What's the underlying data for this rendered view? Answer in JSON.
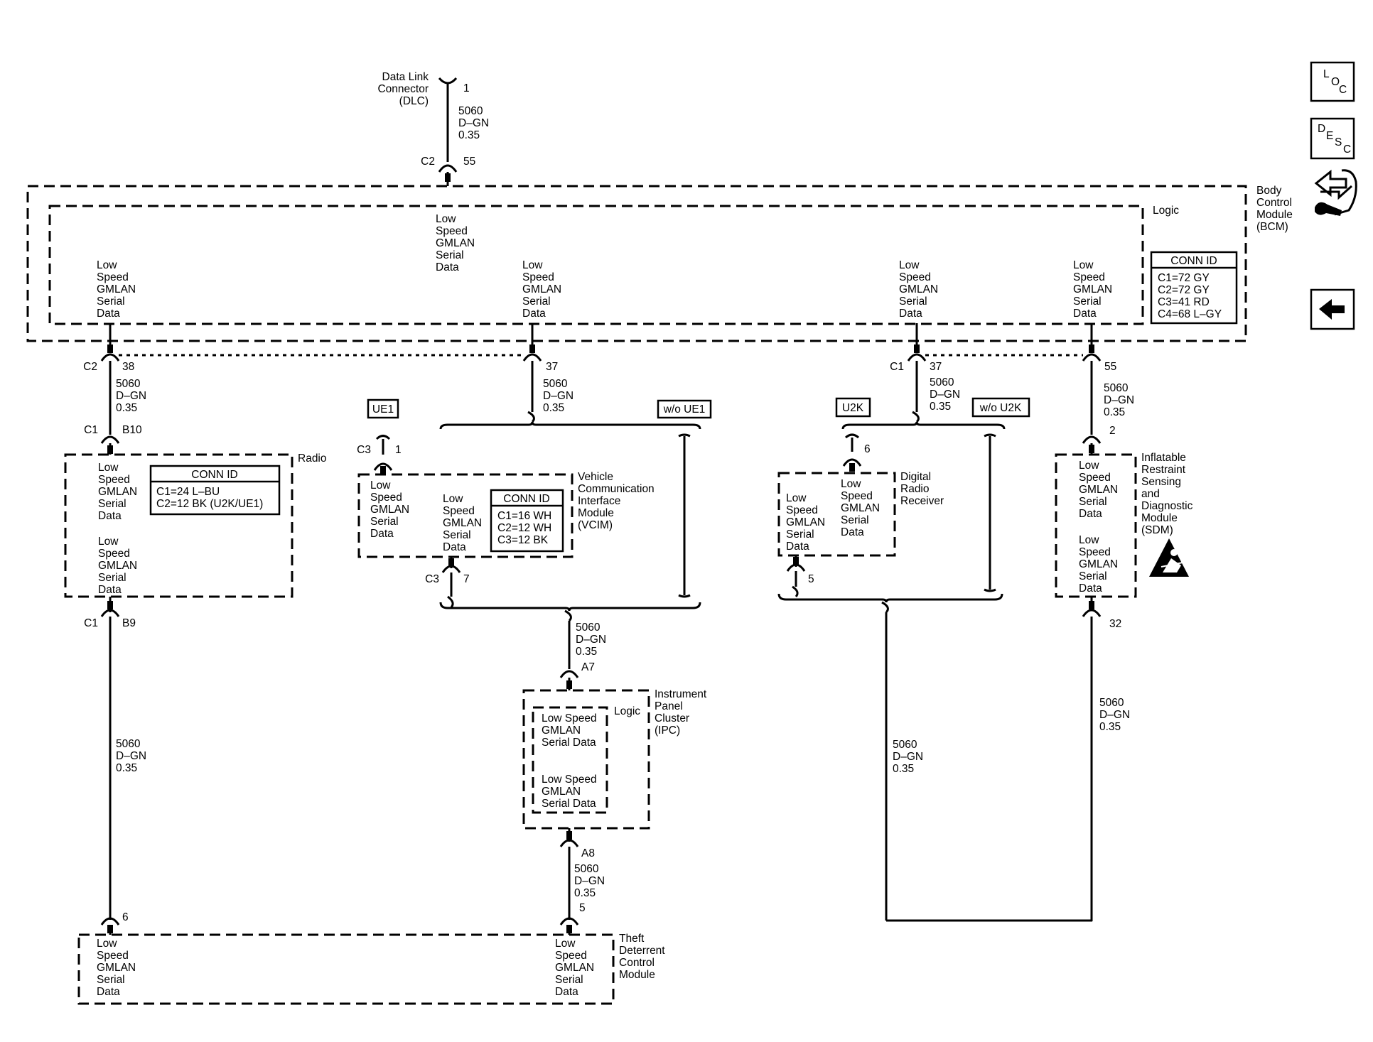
{
  "wire": {
    "circuit": "5060",
    "color": "D–GN",
    "gauge": "0.35"
  },
  "dlc": {
    "name": [
      "Data Link",
      "Connector",
      "(DLC)"
    ],
    "pin": "1"
  },
  "signal": [
    "Low",
    "Speed",
    "GMLAN",
    "Serial",
    "Data"
  ],
  "signal_compact": [
    "Low Speed",
    "GMLAN",
    "Serial Data"
  ],
  "bcm": {
    "name": [
      "Body",
      "Control",
      "Module",
      "(BCM)"
    ],
    "logic": "Logic",
    "conn_id": {
      "title": "CONN ID",
      "rows": [
        "C1=72 GY",
        "C2=72 GY",
        "C3=41 RD",
        "C4=68 L–GY"
      ]
    },
    "top_conn": "C2",
    "top_pin": "55",
    "c2": "C2",
    "c1": "C1",
    "pins": [
      "38",
      "37",
      "37",
      "55"
    ]
  },
  "radio": {
    "name": "Radio",
    "conn_top": "C1",
    "pin_top": "B10",
    "conn_bot": "C1",
    "pin_bot": "B9",
    "conn_id": {
      "title": "CONN ID",
      "rows": [
        "C1=24 L–BU",
        "C2=12 BK (U2K/UE1)"
      ]
    }
  },
  "options": {
    "ue1": "UE1",
    "wo_ue1": "w/o UE1",
    "u2k": "U2K",
    "wo_u2k": "w/o U2K"
  },
  "vcim": {
    "name": [
      "Vehicle",
      "Communication",
      "Interface",
      "Module",
      "(VCIM)"
    ],
    "conn_top": "C3",
    "pin_top": "1",
    "conn_bot": "C3",
    "pin_bot": "7",
    "conn_id": {
      "title": "CONN ID",
      "rows": [
        "C1=16 WH",
        "C2=12 WH",
        "C3=12 BK"
      ]
    }
  },
  "drr": {
    "name": [
      "Digital",
      "Radio",
      "Receiver"
    ],
    "pin_top": "6",
    "pin_bot": "5"
  },
  "sdm": {
    "name": [
      "Inflatable",
      "Restraint",
      "Sensing",
      "and",
      "Diagnostic",
      "Module",
      "(SDM)"
    ],
    "pin_top": "2",
    "pin_bot": "32"
  },
  "ipc": {
    "name": [
      "Instrument",
      "Panel",
      "Cluster",
      "(IPC)"
    ],
    "logic": "Logic",
    "pin_top": "A7",
    "pin_bot": "A8"
  },
  "tdcm": {
    "name": [
      "Theft",
      "Deterrent",
      "Control",
      "Module"
    ],
    "pin_left": "6",
    "pin_right": "5"
  },
  "nav": {
    "loc": [
      "L",
      "O",
      "C"
    ],
    "desc": [
      "D",
      "E",
      "S",
      "C"
    ]
  }
}
